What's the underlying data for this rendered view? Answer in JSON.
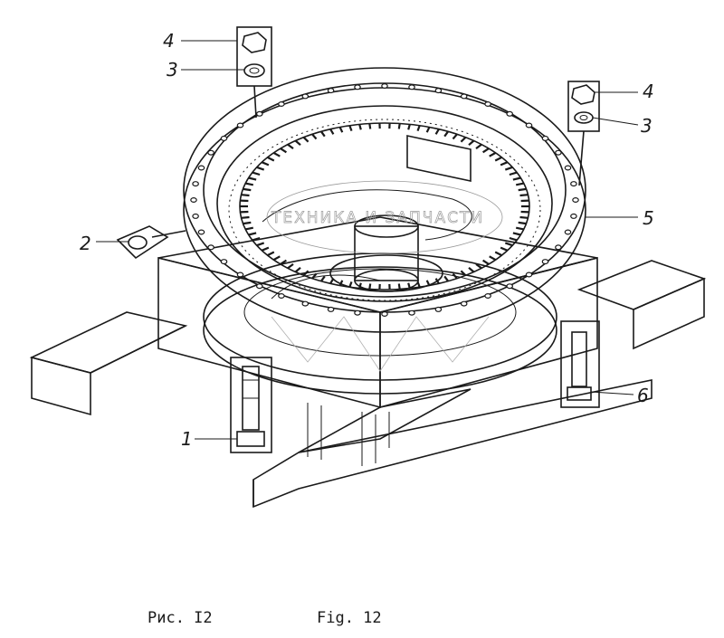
{
  "figure": {
    "callouts": [
      {
        "id": "c4a",
        "text": "4"
      },
      {
        "id": "c3a",
        "text": "3"
      },
      {
        "id": "c4b",
        "text": "4"
      },
      {
        "id": "c3b",
        "text": "3"
      },
      {
        "id": "c2",
        "text": "2"
      },
      {
        "id": "c5",
        "text": "5"
      },
      {
        "id": "c6",
        "text": "6"
      },
      {
        "id": "c1",
        "text": "1"
      }
    ],
    "caption_ru": "Рис. I2",
    "caption_en": "Fig. 12",
    "watermark": "ТЕХНИКА И ЗАПЧАСТИ",
    "colors": {
      "ink": "#1a1a1a",
      "paper": "#ffffff",
      "watermark": "#9a9a9a"
    }
  }
}
